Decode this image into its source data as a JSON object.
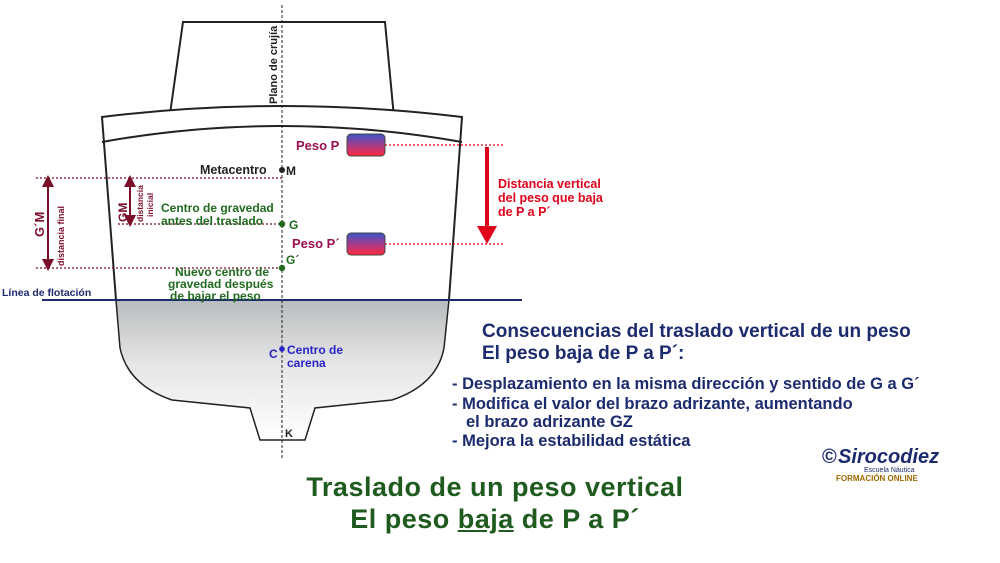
{
  "labels": {
    "plano_crujia": "Plano de crujía",
    "peso_p": "Peso P",
    "peso_p_prime": "Peso P´",
    "metacentro": "Metacentro",
    "metacentro_letter": "M",
    "cg_antes_1": "Centro de gravedad",
    "cg_antes_2": "antes del traslado",
    "g_letter": "G",
    "g_prime_letter": "G´",
    "nuevo_cg_1": "Nuevo centro de",
    "nuevo_cg_2": "gravedad después",
    "nuevo_cg_3": "de bajar el peso",
    "linea_flotacion": "Línea de flotación",
    "c_letter": "C",
    "centro_carena_1": "Centro de",
    "centro_carena_2": "carena",
    "k_letter": "K",
    "gm_label": "GM",
    "gm_sub_1": "distancia",
    "gm_sub_2": "inicial",
    "g_prime_m_label": "G´M",
    "g_prime_m_sub": "distancia final",
    "dist_vertical_1": "Distancia vertical",
    "dist_vertical_2": "del peso que baja",
    "dist_vertical_3": "de P a P´"
  },
  "consequences": {
    "heading_1": "Consecuencias del traslado vertical de un peso",
    "heading_2": "El peso baja de P a P´:",
    "item_1": "- Desplazamiento en la misma dirección y sentido de G a G´",
    "item_2a": "- Modifica el valor del brazo adrizante, aumentando",
    "item_2b": "el brazo adrizante GZ",
    "item_3": "- Mejora la estabilidad estática"
  },
  "footer": {
    "line1": "Traslado de un peso vertical",
    "line2_pre": "El peso ",
    "line2_u": "baja",
    "line2_post": " de P a P´"
  },
  "logo": {
    "copyright": "©",
    "name": "Sirocodiez",
    "sub": "Escuela Náutica",
    "sub2": "FORMACIÓN ONLINE"
  },
  "colors": {
    "navy": "#1c2a6e",
    "green": "#1f6a1f",
    "maroon": "#7a0f2a",
    "red": "#e0001a",
    "blue": "#2a24c8",
    "magenta": "#9a1050"
  }
}
